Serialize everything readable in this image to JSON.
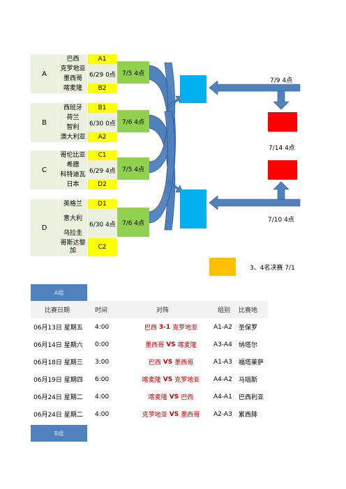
{
  "bracket": {
    "groups": [
      {
        "letter": "A",
        "teams": [
          "巴西",
          "克罗地亚",
          "墨西哥",
          "喀麦隆"
        ],
        "slots": [
          "A1",
          "B2"
        ],
        "time": "6/29 0点",
        "qf": "7/5 4点"
      },
      {
        "letter": "B",
        "teams": [
          "西班牙",
          "荷兰",
          "智利",
          "澳大利亚"
        ],
        "slots": [
          "B1",
          "A2"
        ],
        "time": "6/30 0点",
        "qf": "7/6 4点"
      },
      {
        "letter": "C",
        "teams": [
          "哥伦比亚",
          "希腊",
          "科特迪瓦",
          "日本"
        ],
        "slots": [
          "C1",
          "D2"
        ],
        "time": "6/29 4点",
        "qf": "7/5 4点"
      },
      {
        "letter": "D",
        "teams": [
          "英格兰",
          "意大利",
          "乌拉圭",
          "哥斯达黎加"
        ],
        "slots": [
          "D1",
          "C2"
        ],
        "time": "6/30 4点",
        "qf": "7/6 4点"
      }
    ],
    "sf1_label": "7/9 4点",
    "final_label": "7/14 4点",
    "sf2_label": "7/10 4点",
    "third_label": "3、4名决赛 7/1",
    "colors": {
      "qf": "#92d050",
      "semi": "#00b0f0",
      "final": "#ff0000",
      "third": "#ffc000",
      "arrow": "#4f81bd",
      "slot": "#ffff00",
      "team": "#ebf1de"
    }
  },
  "groupA": {
    "tab": "A组",
    "headers": {
      "date": "比赛日期",
      "time": "时间",
      "match": "对阵",
      "group": "组别",
      "venue": "比赛地"
    },
    "rows": [
      {
        "date": "06月13日 星期五",
        "time": "4:00",
        "home": "巴西",
        "mid": "3-1",
        "away": "克罗地亚",
        "group": "A1-A2",
        "venue": "圣保罗"
      },
      {
        "date": "06月14日 星期六",
        "time": "0:00",
        "home": "墨西哥",
        "mid": "VS",
        "away": "喀麦隆",
        "group": "A3-A4",
        "venue": "纳塔尔"
      },
      {
        "date": "06月18日 星期三",
        "time": "3:00",
        "home": "巴西",
        "mid": "VS",
        "away": "墨西哥",
        "group": "A1-A3",
        "venue": "福塔莱萨"
      },
      {
        "date": "06月19日 星期四",
        "time": "6:00",
        "home": "喀麦隆",
        "mid": "VS",
        "away": "克罗地亚",
        "group": "A4-A2",
        "venue": "马瑙斯"
      },
      {
        "date": "06月24日 星期二",
        "time": "4:00",
        "home": "喀麦隆",
        "mid": "VS",
        "away": "巴西",
        "group": "A4-A1",
        "venue": "巴西利亚"
      },
      {
        "date": "06月24日 星期二",
        "time": "4:00",
        "home": "克罗地亚",
        "mid": "VS",
        "away": "墨西哥",
        "group": "A2-A3",
        "venue": "累西腓"
      }
    ]
  },
  "groupB": {
    "tab": "B组"
  }
}
